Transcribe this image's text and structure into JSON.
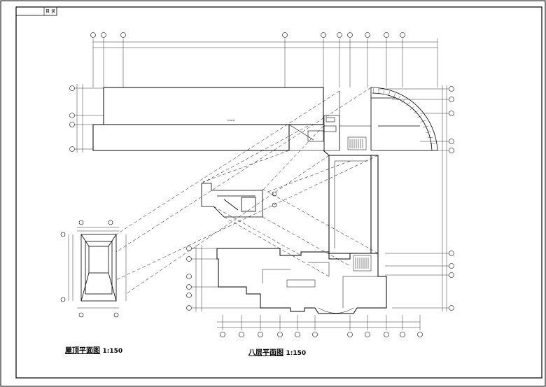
{
  "drawing": {
    "title_block_text": "目 录",
    "left_view_title": "屋顶平面图",
    "left_view_scale": "1:150",
    "right_view_title": "八层平面图",
    "right_view_scale": "1:150",
    "line_color": "#000000",
    "dash_color": "#000000",
    "background": "#ffffff"
  }
}
